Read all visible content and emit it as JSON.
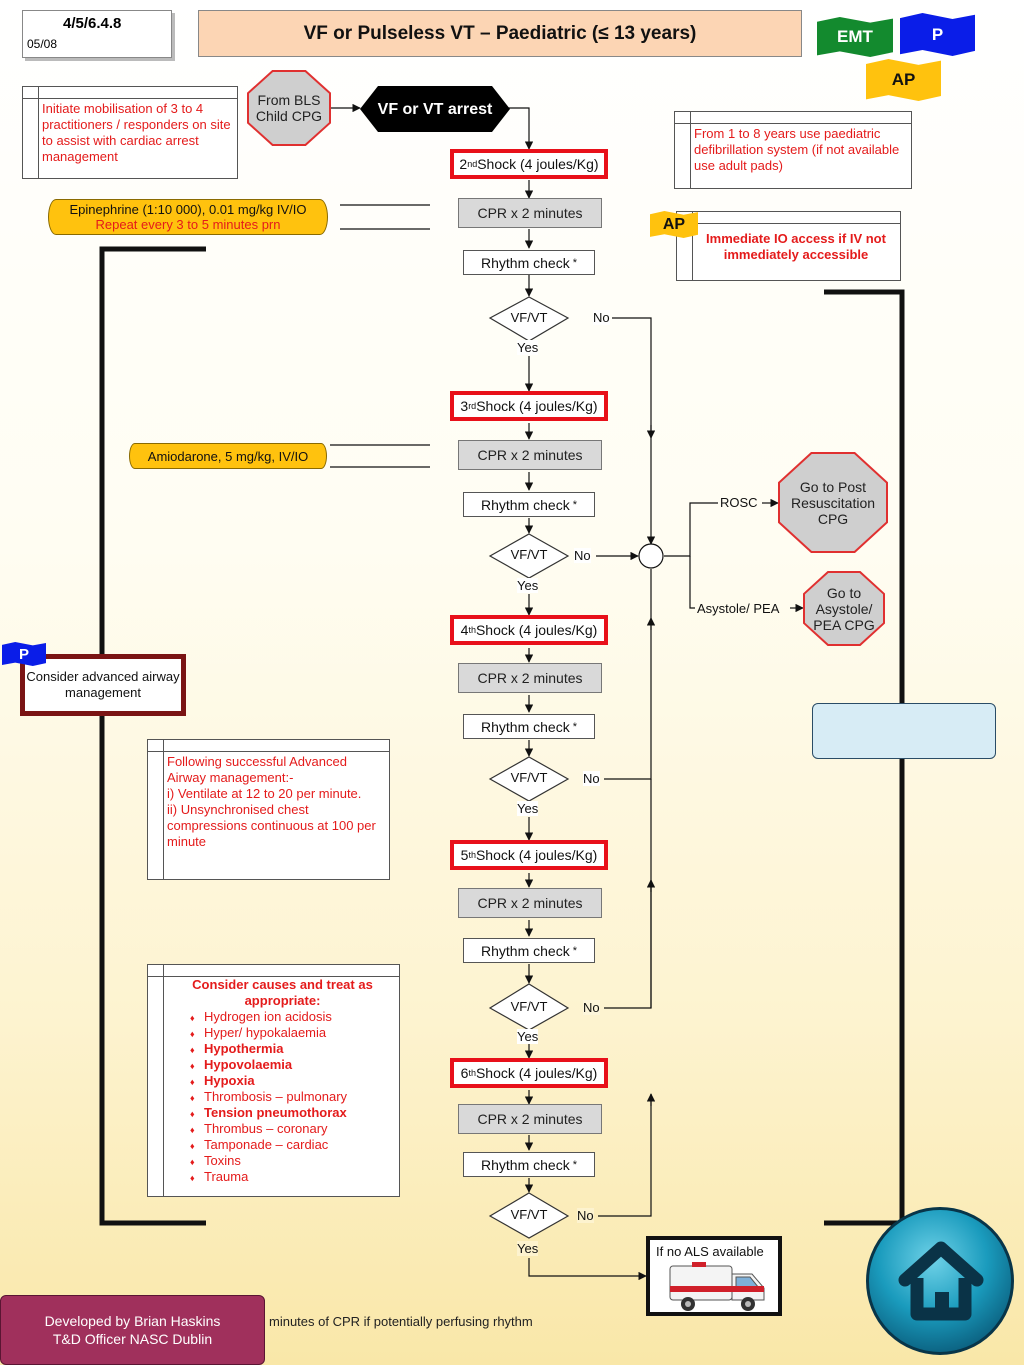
{
  "header": {
    "code": "4/5/6.4.8",
    "date": "05/08",
    "title": "VF or Pulseless VT  – Paediatric (≤ 13 years)",
    "flags": {
      "emt": "EMT",
      "paramedic": "P",
      "advanced_paramedic": "AP"
    }
  },
  "notes": {
    "mobilisation": "Initiate mobilisation of 3 to 4 practitioners / responders on site to assist with cardiac arrest management",
    "defib": "From 1 to 8 years use paediatric defibrillation system (if not available use adult pads)",
    "io_flag": "AP",
    "io_access": "Immediate IO access if IV not immediately accessible",
    "airway_flag": "P",
    "airway": "Consider advanced airway management",
    "post_airway_lines": [
      "Following successful Advanced Airway management:-",
      "i) Ventilate at 12 to 20 per minute.",
      "ii) Unsynchronised chest compressions continuous at 100 per minute"
    ],
    "causes_title": "Consider causes and treat as appropriate:",
    "causes": [
      {
        "text": "Hydrogen ion acidosis",
        "bold": false
      },
      {
        "text": "Hyper/ hypokalaemia",
        "bold": false
      },
      {
        "text": "Hypothermia",
        "bold": true
      },
      {
        "text": "Hypovolaemia",
        "bold": true
      },
      {
        "text": "Hypoxia",
        "bold": true
      },
      {
        "text": "Thrombosis – pulmonary",
        "bold": false
      },
      {
        "text": "Tension pneumothorax",
        "bold": true
      },
      {
        "text": "Thrombus – coronary",
        "bold": false
      },
      {
        "text": "Tamponade – cardiac",
        "bold": false
      },
      {
        "text": "Toxins",
        "bold": false
      },
      {
        "text": "Trauma",
        "bold": false
      }
    ]
  },
  "drugs": {
    "epinephrine": "Epinephrine (1:10 000), 0.01 mg/kg IV/IO",
    "epinephrine_repeat": "Repeat every 3 to 5 minutes prn",
    "amiodarone": "Amiodarone, 5 mg/kg, IV/IO"
  },
  "flow": {
    "from_bls": "From BLS Child CPG",
    "start": "VF or VT arrest",
    "shocks": [
      {
        "ord": "2",
        "sup": "nd",
        "rest": " Shock (4 joules/Kg)"
      },
      {
        "ord": "3",
        "sup": "rd",
        "rest": " Shock (4 joules/Kg)"
      },
      {
        "ord": "4",
        "sup": "th",
        "rest": " Shock (4 joules/Kg)"
      },
      {
        "ord": "5",
        "sup": "th",
        "rest": " Shock (4 joules/Kg)"
      },
      {
        "ord": "6",
        "sup": "th",
        "rest": " Shock (4 joules/Kg)"
      }
    ],
    "cpr": "CPR x 2 minutes",
    "rhythm_check": "Rhythm check",
    "rhythm_mark": "*",
    "decision": "VF/VT",
    "yes": "Yes",
    "no": "No",
    "rosc": "ROSC",
    "asystole_pea": "Asystole/ PEA",
    "post_resus": "Go to Post Resuscitation CPG",
    "asystole_cpg": "Go to Asystole/ PEA CPG",
    "no_als": "If no ALS available"
  },
  "footer": {
    "dev_line1": "Developed by Brian Haskins",
    "dev_line2": "T&D Officer NASC Dublin",
    "cpr_note": "minutes of CPR if potentially perfusing rhythm"
  },
  "colors": {
    "shock_border": "#e8101a",
    "note_text": "#e41b1b",
    "drug_scroll": "#ffc20e",
    "emt_flag": "#138a2e",
    "p_flag": "#0a1de8",
    "ap_flag": "#ffc20e"
  },
  "icons": {
    "home": "home-icon",
    "ambulance": "ambulance-icon"
  }
}
